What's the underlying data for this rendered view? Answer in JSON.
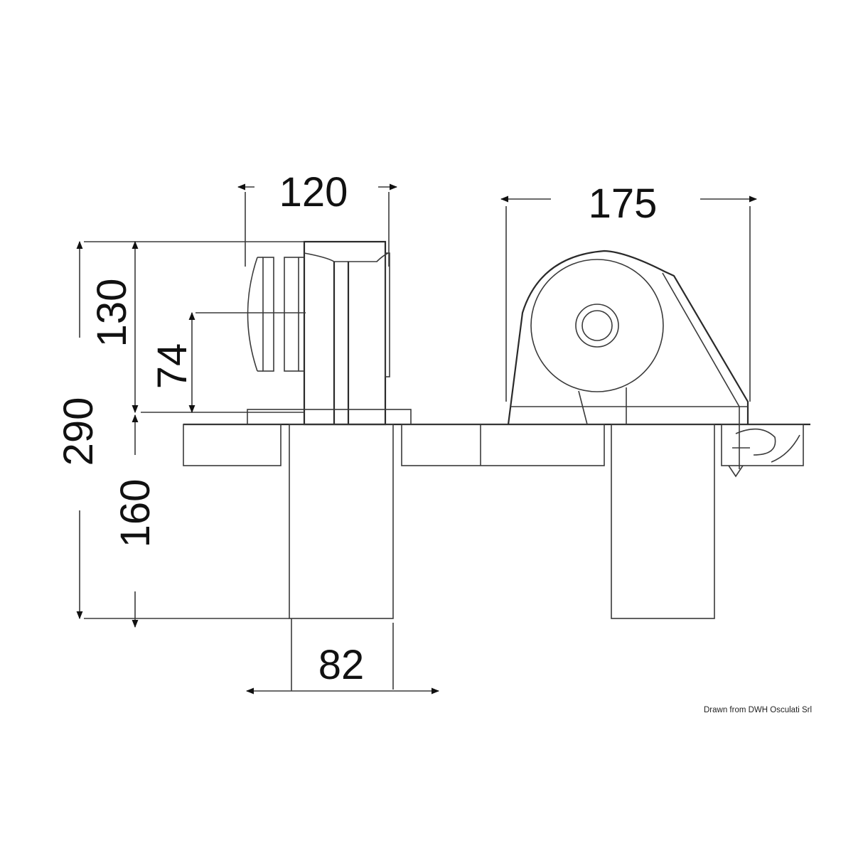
{
  "dimensions": {
    "motor_width": "120",
    "windlass_width": "175",
    "height_above_deck": "130",
    "shaft_height": "74",
    "total_height": "290",
    "height_below_deck": "160",
    "column_width": "82"
  },
  "credit": "Drawn from DWH Osculati Srl",
  "colors": {
    "line": "#2a2a2a",
    "background": "#ffffff"
  }
}
